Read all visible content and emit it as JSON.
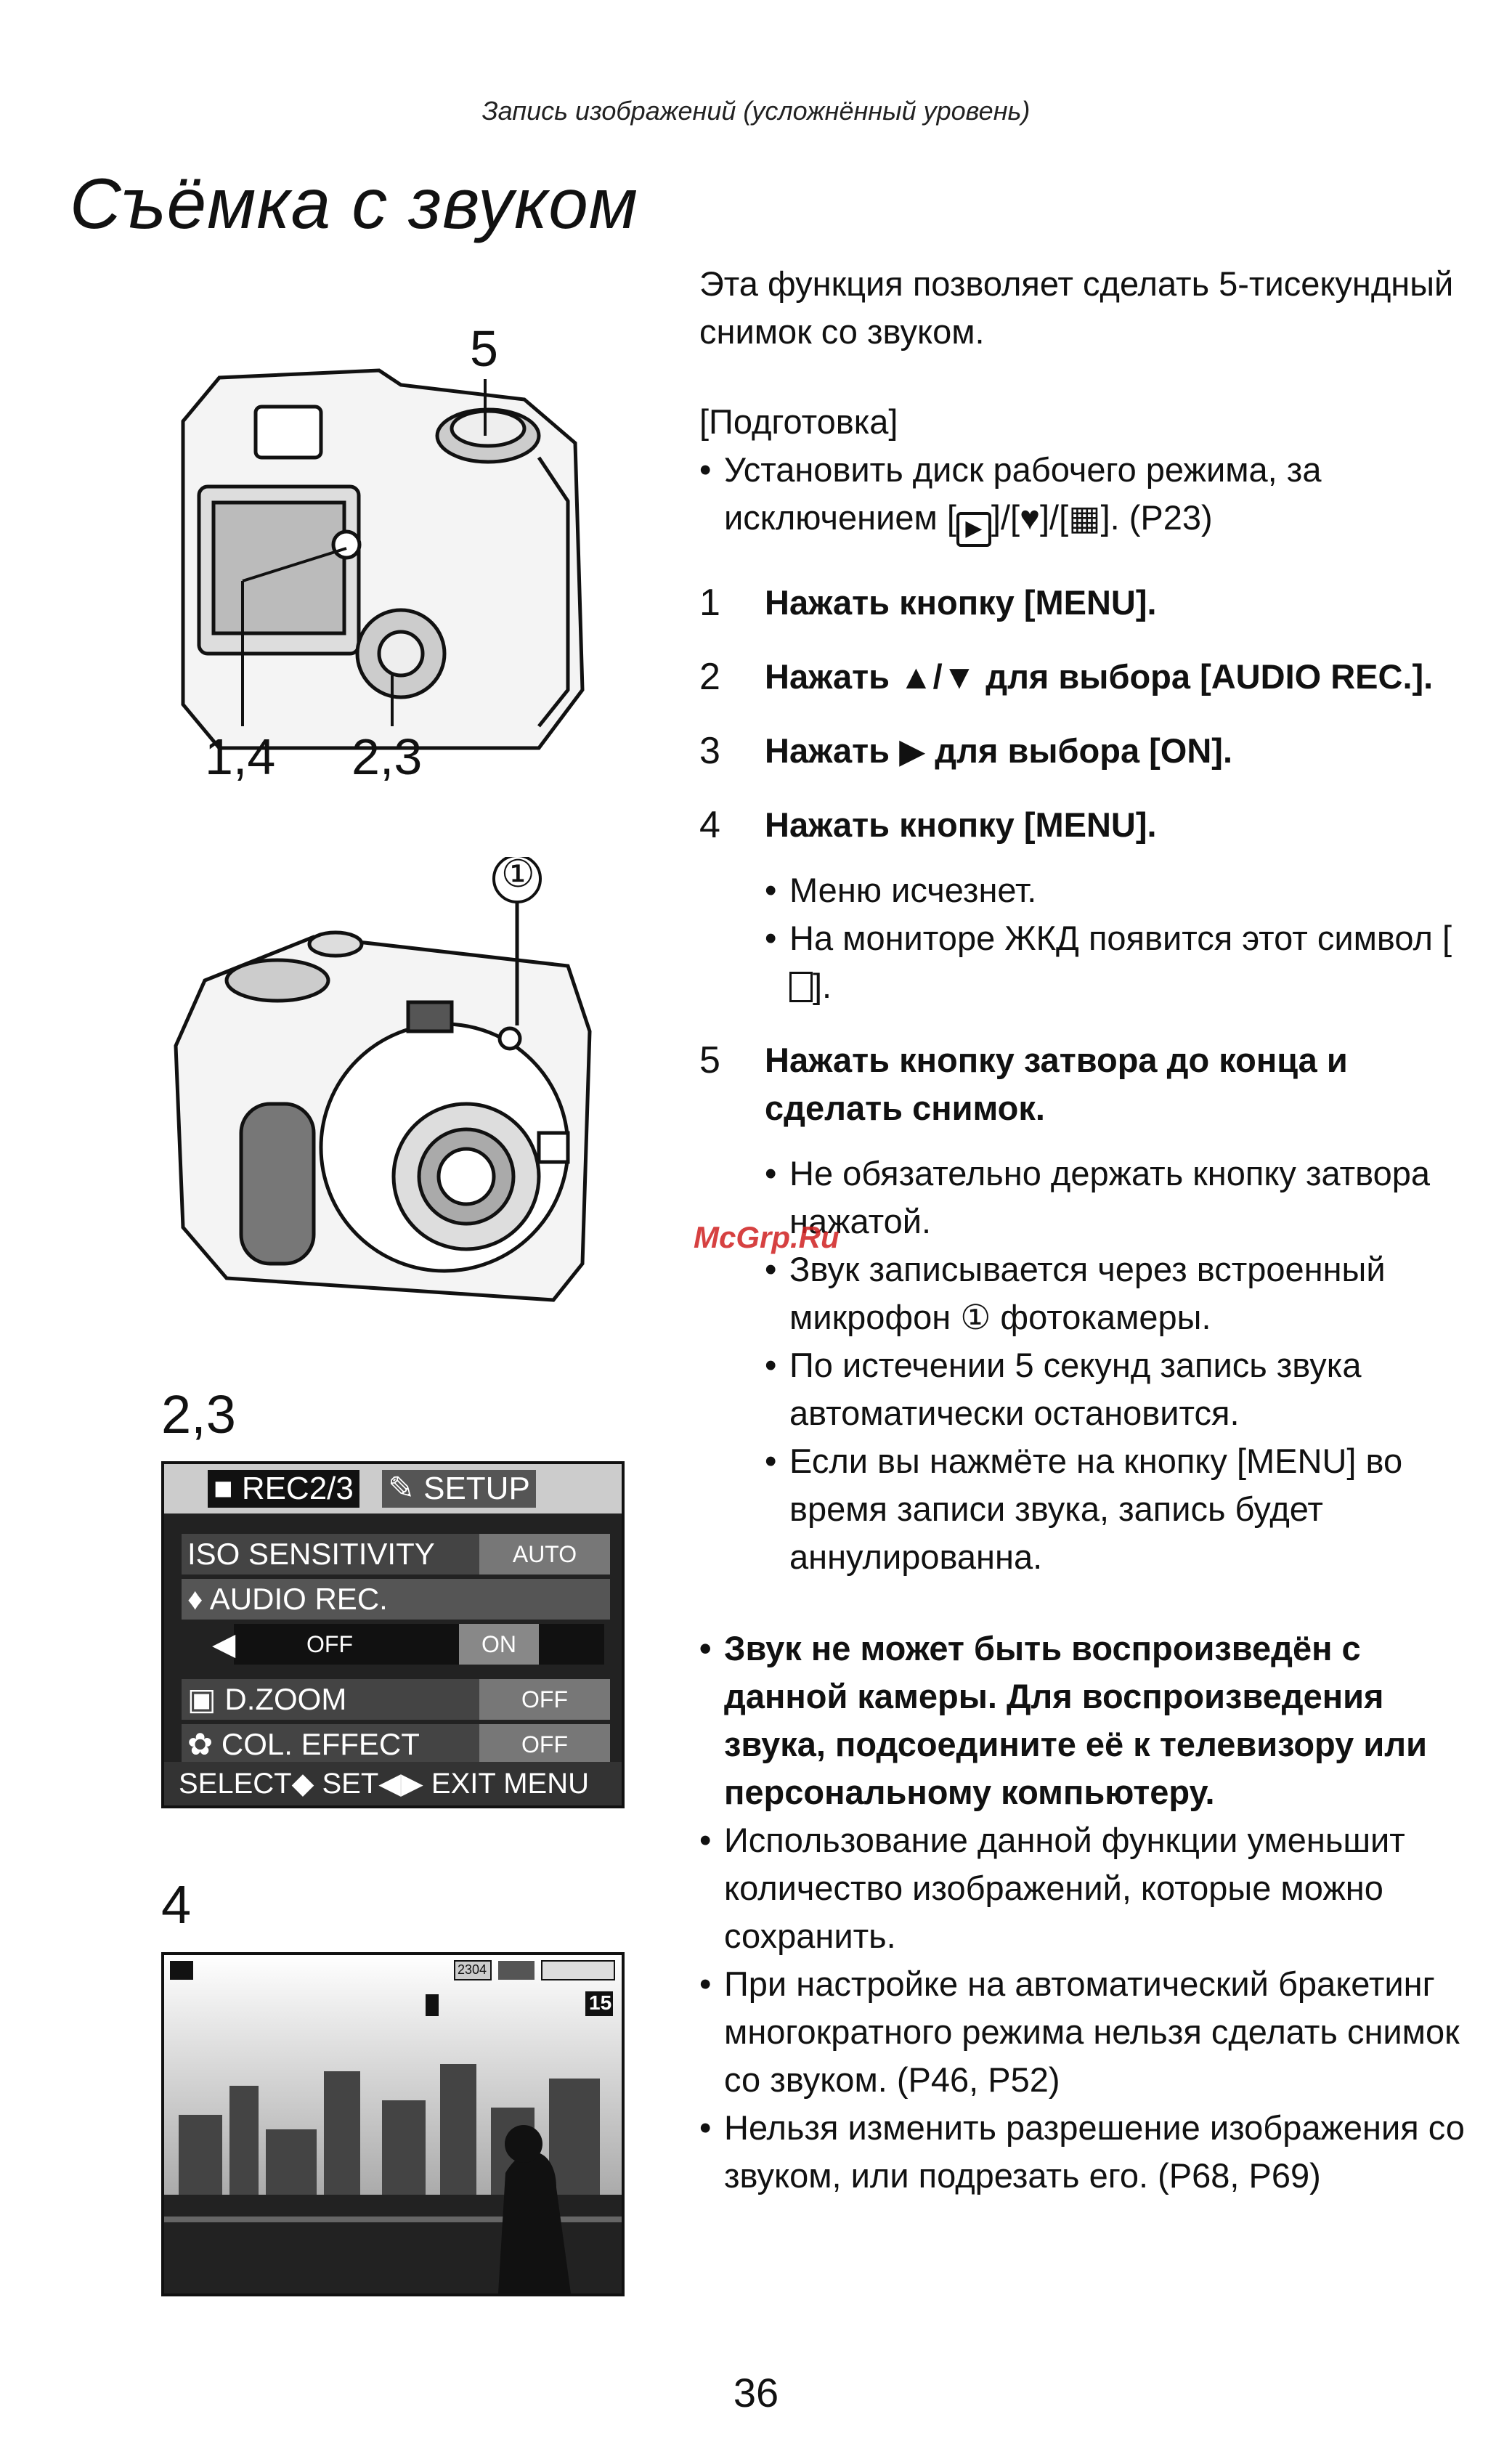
{
  "header": "Запись изображений (усложнённый уровень)",
  "title": "Съёмка с звуком",
  "intro": "Эта функция позволяет сделать 5-тисекундный снимок со звуком.",
  "prep": {
    "label": "[Подготовка]",
    "bullet_pre": "Установить диск рабочего режима, за исключением [",
    "bullet_post": "]. (P23)",
    "icon_play": "▶",
    "icon_heart": "♥",
    "icon_film": "▦"
  },
  "steps": [
    {
      "num": "1",
      "text": "Нажать кнопку [MENU]."
    },
    {
      "num": "2",
      "text": "Нажать ▲/▼ для выбора [AUDIO REC.]."
    },
    {
      "num": "3",
      "text": "Нажать ▶ для выбора [ON]."
    },
    {
      "num": "4",
      "text": "Нажать кнопку [MENU]."
    },
    {
      "num": "5",
      "text": "Нажать кнопку затвора до конца и сделать снимок."
    }
  ],
  "step4_notes": [
    "Меню исчезнет.",
    "На мониторе ЖКД появится этот символ [",
    "]."
  ],
  "step5_notes": [
    "Не обязательно держать кнопку затвора нажатой.",
    "Звук записывается через встроенный микрофон ① фотокамеры.",
    "По истечении 5 секунд запись звука автоматически остановится.",
    "Если вы нажмёте на кнопку [MENU] во время записи звука, запись будет аннулированна."
  ],
  "warning_bold": "Звук не может быть воспроизведён с данной камеры. Для воспроизведения звука, подсоедините её к телевизору или персональному компьютеру.",
  "notes": [
    "Использование данной функции уменьшит количество изображений, которые можно сохранить.",
    "При настройке на автоматический бракетинг многократного режима нельзя сделать снимок со звуком. (P46, P52)",
    "Нельзя изменить разрешение изображения со звуком, или подрезать его. (P68, P69)"
  ],
  "figure_labels": {
    "cam1_top": "5",
    "cam1_left": "1,4",
    "cam1_right": "2,3",
    "cam2_circle": "①",
    "menu": "2,3",
    "lcd": "4"
  },
  "menu": {
    "tab_rec": "REC2/3",
    "tab_setup": "SETUP",
    "rows": [
      {
        "label": "ISO SENSITIVITY",
        "value": "AUTO"
      },
      {
        "label": "AUDIO REC.",
        "value": ""
      },
      {
        "label": "D.ZOOM",
        "value": "OFF"
      },
      {
        "label": "COL. EFFECT",
        "value": "OFF"
      }
    ],
    "audio_off": "OFF",
    "audio_on": "ON",
    "footer": "SELECT◆  SET◀▶  EXIT MENU"
  },
  "lcd": {
    "counter": "15",
    "res": "2304"
  },
  "watermark": "McGrp.Ru",
  "page_number": "36"
}
